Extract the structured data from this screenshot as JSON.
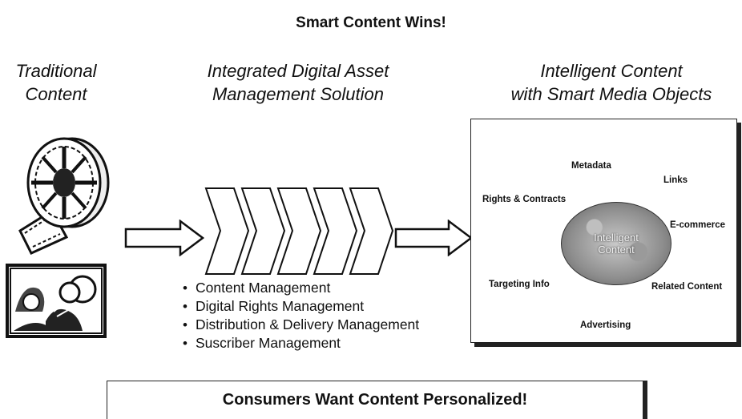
{
  "title": "Smart Content Wins!",
  "columns": {
    "traditional": {
      "line1": "Traditional",
      "line2": "Content"
    },
    "integrated": {
      "line1": "Integrated Digital Asset",
      "line2": "Management Solution"
    },
    "intelligent": {
      "line1": "Intelligent Content",
      "line2": "with Smart Media Objects"
    }
  },
  "bullets": [
    "Content Management",
    "Digital Rights Management",
    "Distribution & Delivery Management",
    "Suscriber Management"
  ],
  "panel": {
    "center_line1": "Intelligent",
    "center_line2": "Content",
    "labels": {
      "metadata": "Metadata",
      "links": "Links",
      "rights": "Rights & Contracts",
      "ecommerce": "E-commerce",
      "targeting": "Targeting Info",
      "related": "Related Content",
      "advertising": "Advertising"
    }
  },
  "footer": "Consumers Want Content Personalized!",
  "icons": [
    "film-reel-icon",
    "comic-image-icon"
  ]
}
